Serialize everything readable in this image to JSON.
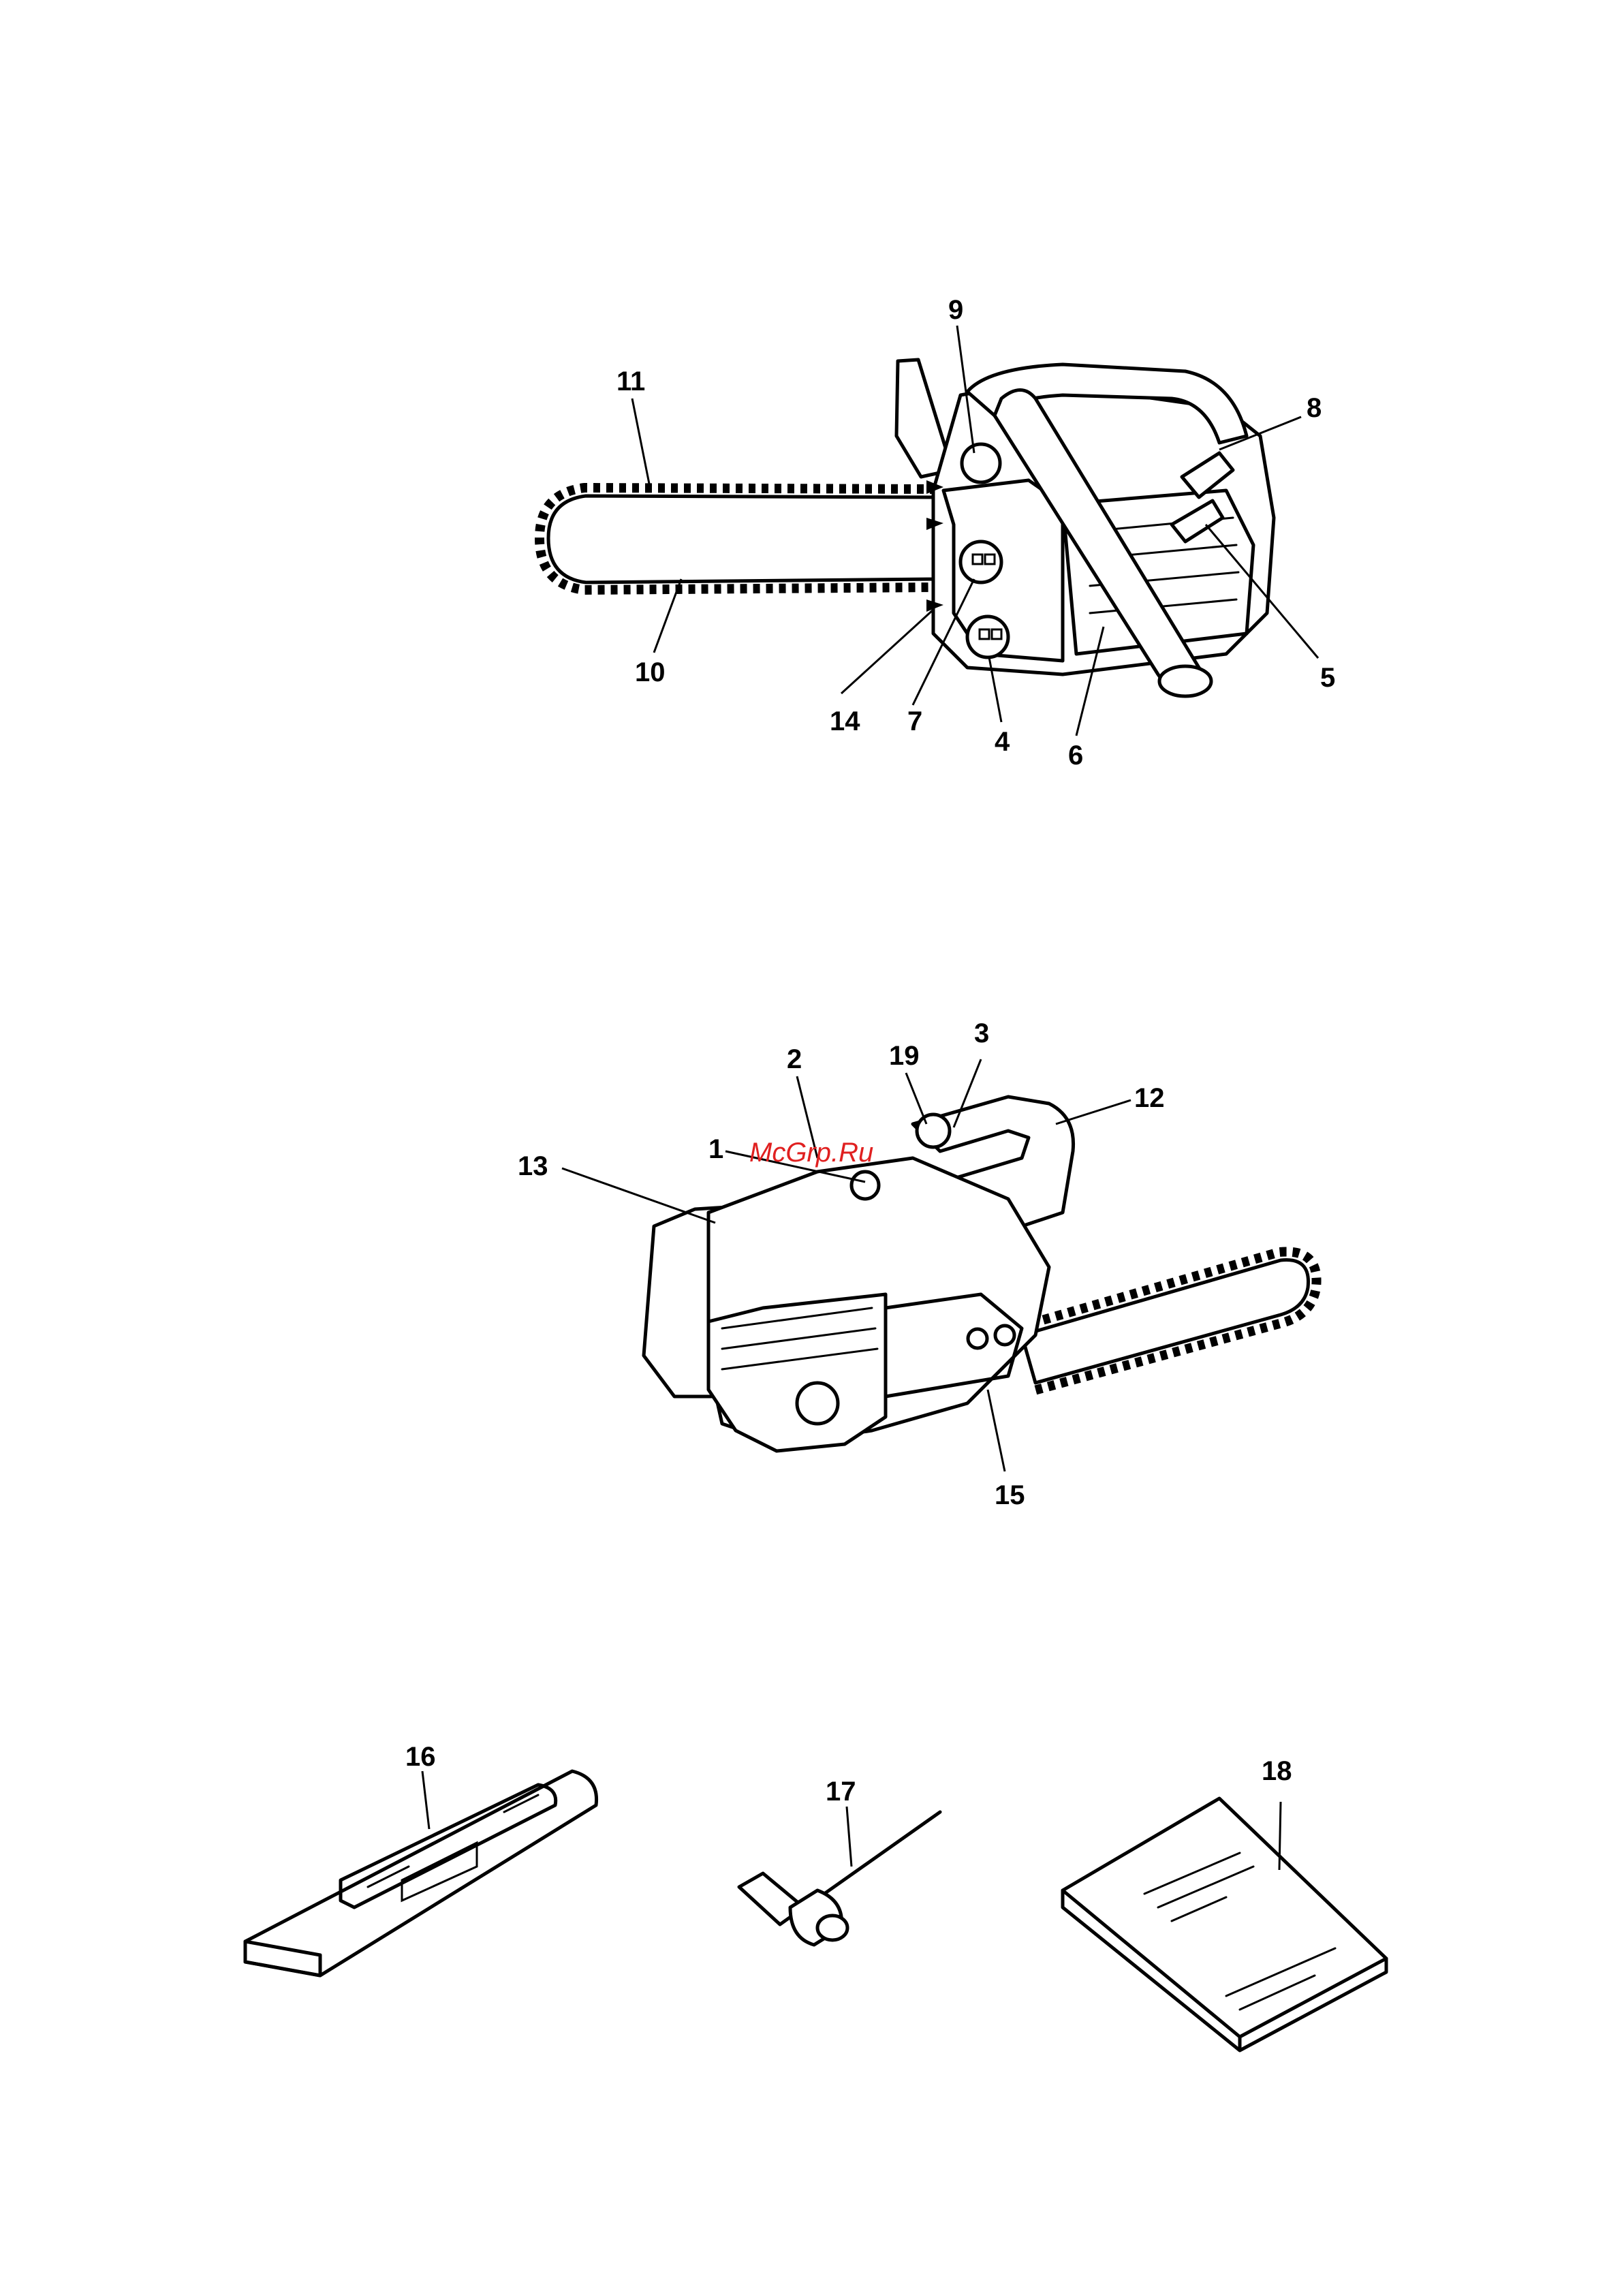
{
  "watermark": "McGrp.Ru",
  "figures": [
    {
      "name": "chainsaw-side-view",
      "labels": [
        {
          "id": "9",
          "text": "9"
        },
        {
          "id": "11",
          "text": "11"
        },
        {
          "id": "8",
          "text": "8"
        },
        {
          "id": "10",
          "text": "10"
        },
        {
          "id": "5",
          "text": "5"
        },
        {
          "id": "14",
          "text": "14"
        },
        {
          "id": "7",
          "text": "7"
        },
        {
          "id": "4",
          "text": "4"
        },
        {
          "id": "6",
          "text": "6"
        }
      ]
    },
    {
      "name": "chainsaw-rear-view",
      "labels": [
        {
          "id": "2",
          "text": "2"
        },
        {
          "id": "19",
          "text": "19"
        },
        {
          "id": "3",
          "text": "3"
        },
        {
          "id": "12",
          "text": "12"
        },
        {
          "id": "13",
          "text": "13"
        },
        {
          "id": "1",
          "text": "1"
        },
        {
          "id": "15",
          "text": "15"
        }
      ]
    },
    {
      "name": "accessories",
      "labels": [
        {
          "id": "16",
          "text": "16"
        },
        {
          "id": "17",
          "text": "17"
        },
        {
          "id": "18",
          "text": "18"
        }
      ]
    }
  ]
}
